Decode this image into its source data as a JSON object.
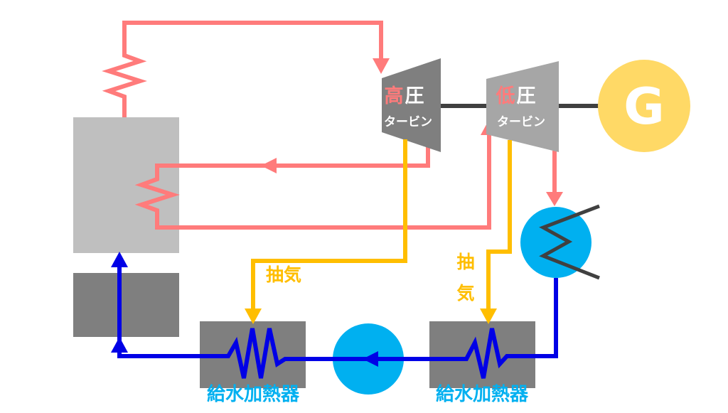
{
  "colors": {
    "steam": "#FF7B7B",
    "extraction": "#FFBE00",
    "feedwater": "#0000E6",
    "boiler": "#BFBFBF",
    "boiler_base": "#7F7F7F",
    "hp_turbine": "#7F7F7F",
    "lp_turbine": "#A6A6A6",
    "heater_box": "#7F7F7F",
    "pump": "#00B0F0",
    "condenser": "#00B0F0",
    "generator": "#FFD966",
    "shaft": "#404040",
    "hp_accent": "#FF7B7B",
    "lp_accent": "#FF7B7B",
    "label_blue": "#00B0F0"
  },
  "hp_turbine": {
    "char1": "高",
    "char2": "圧",
    "sub": "タービン"
  },
  "lp_turbine": {
    "char1": "低",
    "char2": "圧",
    "sub": "タービン"
  },
  "generator": {
    "label": "G"
  },
  "extraction_left": {
    "label": "抽気"
  },
  "extraction_right": {
    "char1": "抽",
    "char2": "気"
  },
  "heater_left": {
    "label": "給水加熱器"
  },
  "heater_right": {
    "label": "給水加熱器"
  },
  "icons": [
    "zigzag-coil-icon",
    "arrow-icon",
    "condenser-coil-icon",
    "pump-icon"
  ]
}
